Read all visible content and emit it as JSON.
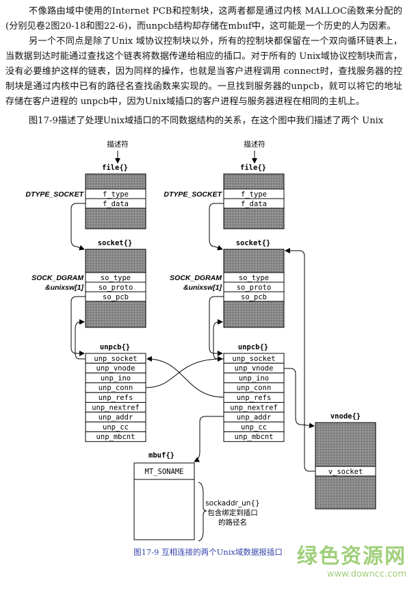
{
  "text": {
    "p1": "不像路由域中使用的Internet PCB和控制块，这两者都是通过内核 MALLOC函数来分配的(分别见卷2图20-18和图22-6)，而unpcb结构却存储在mbuf中，这可能是一个历史的人为因素。",
    "p2": "另一个不同点是除了Unix 域协议控制块以外，所有的控制块都保留在一个双向循环链表上，当数据到达时能通过查找这个链表将数据传递给相应的插口。对于所有的 Unix域协议控制块而言，没有必要维护这样的链表，因为同样的操作，也就是当客户进程调用 connect时，查找服务器的控制块是通过内核中已有的路径名查找函数来实现的。一旦找到服务器的unpcb，就可以将它的地址存储在客户进程的 unpcb中，因为Unix域插口的客户进程与服务器进程在相同的主机上。",
    "p3": "图17-9描述了处理Unix域插口的不同数据结构的关系，在这个图中我们描述了两个 Unix"
  },
  "diagram": {
    "descriptor_label": "描述符",
    "file_title": "file{}",
    "file_fields": [
      "f_type",
      "f_data"
    ],
    "dtype_label": "DTYPE_SOCKET",
    "socket_title": "socket{}",
    "socket_fields": [
      "so_type",
      "so_proto",
      "so_pcb"
    ],
    "sock_dgram_label": "SOCK_DGRAM",
    "unixsw_label": "&unixsw[1]",
    "unpcb_title": "unpcb{}",
    "unpcb_fields": [
      "unp_socket",
      "unp_vnode",
      "unp_ino",
      "unp_conn",
      "unp_refs",
      "unp_nextref",
      "unp_addr",
      "unp_cc",
      "unp_mbcnt"
    ],
    "vnode_title": "vnode{}",
    "vnode_field": "v_socket",
    "mbuf_title": "mbuf{}",
    "mbuf_field": "MT_SONAME",
    "sockaddr_line1": "sockaddr_un{}",
    "sockaddr_line2": "包含绑定到插口",
    "sockaddr_line3": "的路径名"
  },
  "caption": "图17-9   互相连接的两个Unix域数据报插口",
  "watermark": {
    "main": "绿色资源网",
    "url": "www.downcc.com"
  }
}
